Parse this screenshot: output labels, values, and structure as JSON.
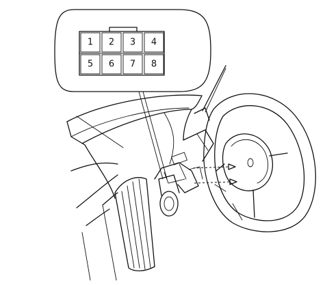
{
  "connector": {
    "pins_row1": [
      "1",
      "2",
      "3",
      "4"
    ],
    "pins_row2": [
      "5",
      "6",
      "7",
      "8"
    ]
  },
  "colors": {
    "ink": "#111111",
    "background": "#ffffff"
  }
}
